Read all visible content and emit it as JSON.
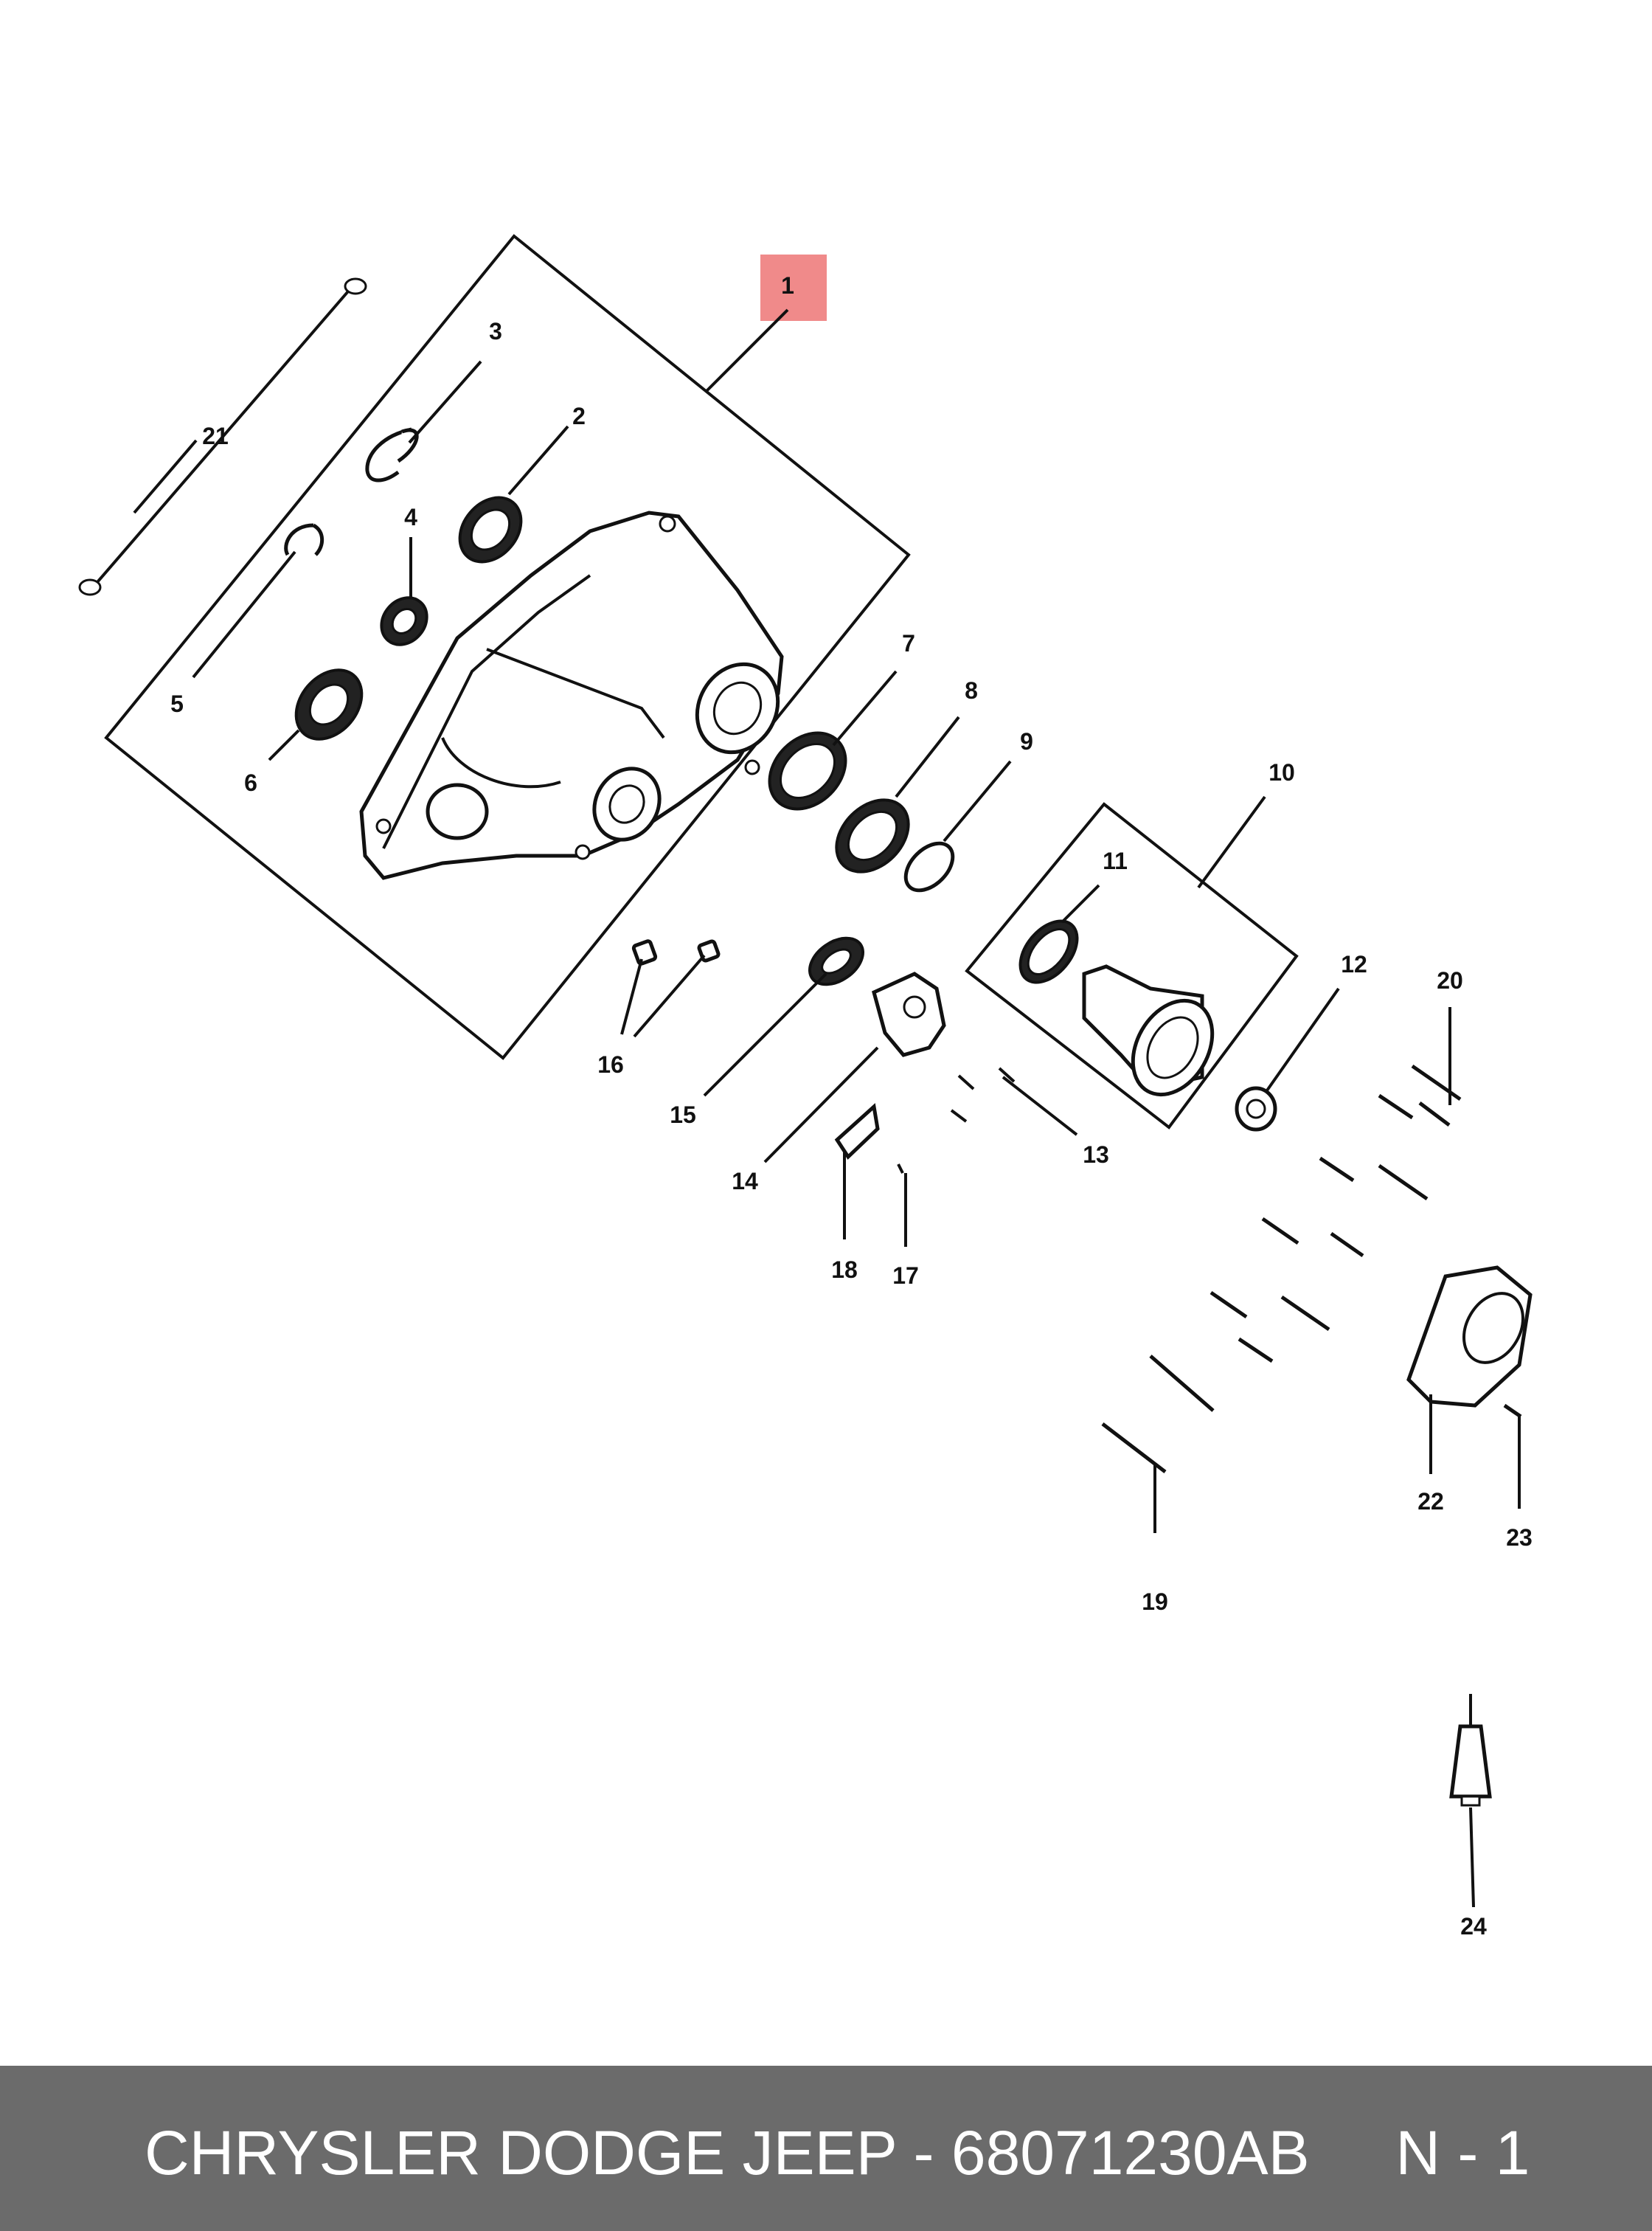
{
  "diagram": {
    "callouts": [
      "1",
      "2",
      "3",
      "4",
      "5",
      "6",
      "7",
      "8",
      "9",
      "10",
      "11",
      "12",
      "13",
      "14",
      "15",
      "16",
      "17",
      "18",
      "19",
      "20",
      "21",
      "22",
      "23",
      "24"
    ],
    "highlight_color": "#f08a8a"
  },
  "footer": {
    "text": "CHRYSLER DODGE JEEP - 68071230AB     N - 1",
    "background": "#6b6b6b"
  }
}
